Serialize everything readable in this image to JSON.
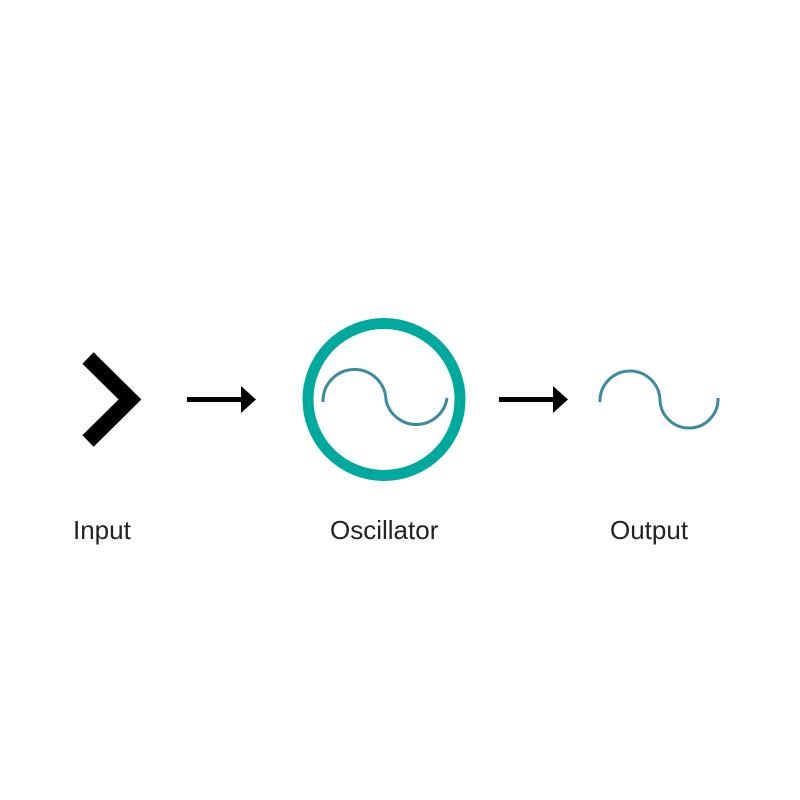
{
  "nodes": [
    {
      "id": "input",
      "label": "Input",
      "icon": "chevron-right-icon"
    },
    {
      "id": "oscillator",
      "label": "Oscillator",
      "icon": "sine-wave-in-circle-icon"
    },
    {
      "id": "output",
      "label": "Output",
      "icon": "sine-wave-icon"
    }
  ],
  "edges": [
    {
      "from": "input",
      "to": "oscillator",
      "icon": "arrow-right-icon"
    },
    {
      "from": "oscillator",
      "to": "output",
      "icon": "arrow-right-icon"
    }
  ],
  "colors": {
    "chevron": "#000000",
    "arrow": "#000000",
    "circle_ring": "#00a99d",
    "wave": "#3a8aa1",
    "label_text": "#222222",
    "background": "#ffffff"
  }
}
